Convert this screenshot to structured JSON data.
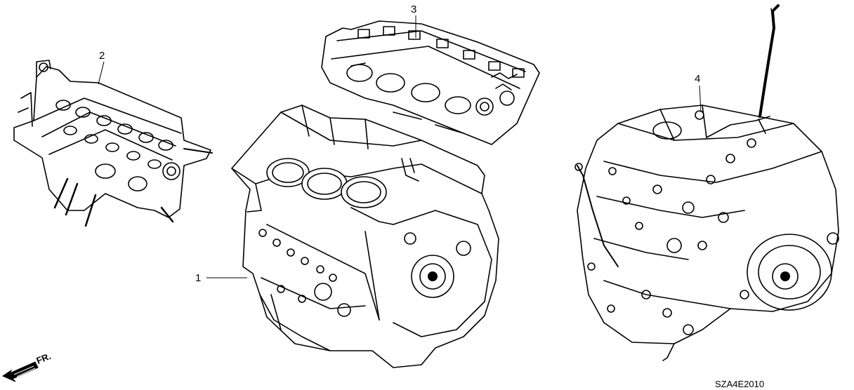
{
  "diagram": {
    "callouts": [
      {
        "id": "engine-block",
        "label": "1"
      },
      {
        "id": "cylinder-head-front",
        "label": "2"
      },
      {
        "id": "cylinder-head-rear",
        "label": "3"
      },
      {
        "id": "transmission",
        "label": "4"
      }
    ],
    "direction_label": "FR.",
    "diagram_code": "SZA4E2010"
  }
}
